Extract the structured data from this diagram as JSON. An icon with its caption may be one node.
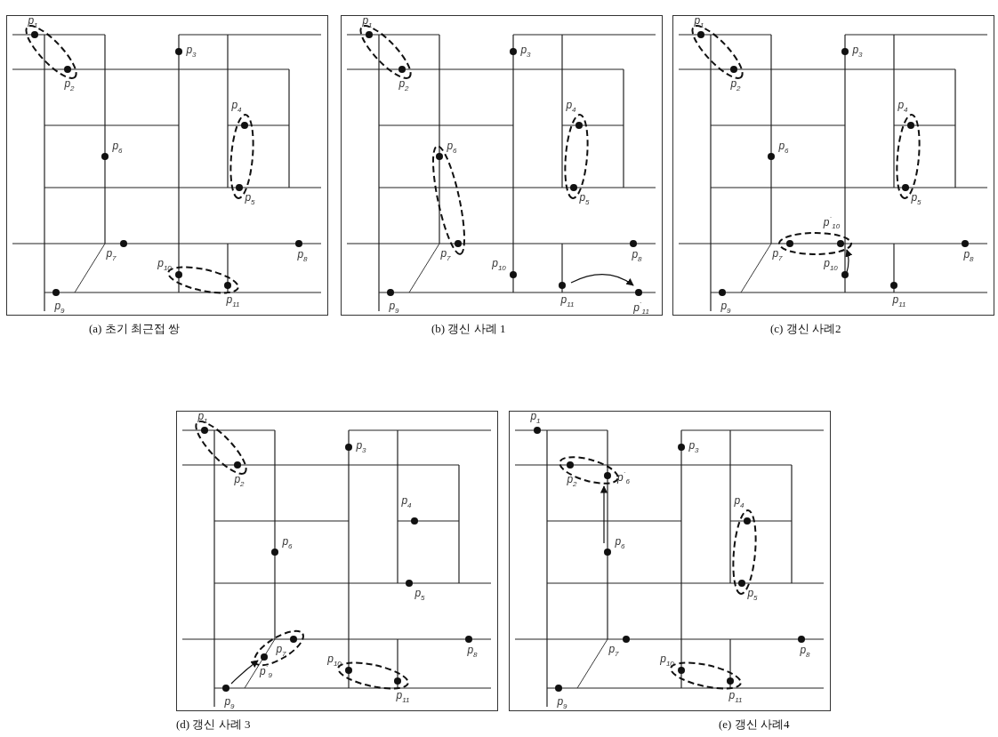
{
  "diagram": {
    "nodes": [
      {
        "text": [
          "(a) 초기 최근접 쌍"
        ]
      },
      {
        "text": [
          "(b) 갱신 사례 1"
        ]
      },
      {
        "text": [
          "(c) 갱신 사례2"
        ]
      },
      {
        "text": [
          "(d) 갱신 사례 3"
        ]
      },
      {
        "text": [
          "(e) 갱신 사례4"
        ]
      }
    ],
    "labels": [
      "p$_{1}$",
      "p$_{2}$",
      "p$_{3}$",
      "p$_{4}$",
      "p$_{5}$",
      "p$_{6}$",
      "p$_{7}$",
      "p$_{8}$",
      "p$_{9}$",
      "p$_{10}$",
      "p$_{11}$",
      "p$_{1}$",
      "p$_{2}$",
      "p$_{3}$",
      "p$_{4}$",
      "p$_{5}$",
      "p$_{6}$",
      "p$_{7}$",
      "p$_{8}$",
      "p$_{9}$",
      "p$_{10}$",
      "p$_{11}$",
      "p$^{´}$$_{11}$",
      "p$_{1}$",
      "p$_{2}$",
      "p$_{3}$",
      "p$_{4}$",
      "p$_{5}$",
      "p$_{6}$",
      "p$_{7}$",
      "p$_{8}$",
      "p$_{9}$",
      "p$_{10}$",
      "p$_{11}$",
      "p$^{´}$$_{10}$",
      "p$_{1}$",
      "p$_{2}$",
      "p$_{3}$",
      "p$_{4}$",
      "p$_{5}$",
      "p$_{6}$",
      "p$_{7}$",
      "p$_{8}$",
      "p$_{9}$",
      "p$_{10}$",
      "p$_{11}$",
      "p$^{´}$$_{9}$",
      "p$_{1}$",
      "p$_{2}$",
      "p$_{3}$",
      "p$_{4}$",
      "p$_{5}$",
      "p$_{6}$",
      "p$_{7}$",
      "p$_{8}$",
      "p$_{9}$",
      "p$_{10}$",
      "p$_{11}$",
      "p$^{´}$$_{6}$"
    ]
  }
}
